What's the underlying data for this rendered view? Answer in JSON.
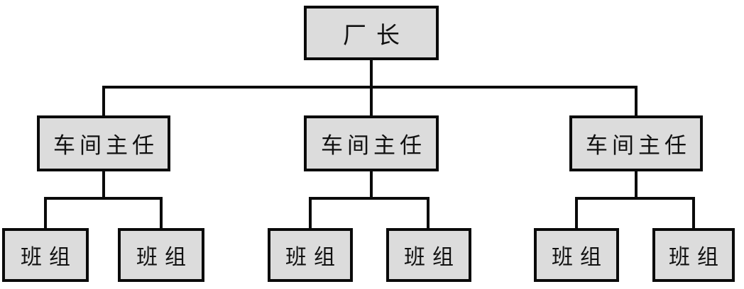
{
  "diagram": {
    "type": "org-chart",
    "colors": {
      "background": "#ffffff",
      "box_fill": "#dcdcdc",
      "box_border": "#0a0a0a",
      "line": "#0a0a0a",
      "text": "#111111"
    },
    "root": {
      "label": "厂长"
    },
    "managers": [
      {
        "label": "车间主任"
      },
      {
        "label": "车间主任"
      },
      {
        "label": "车间主任"
      }
    ],
    "teams": [
      {
        "label": "班组"
      },
      {
        "label": "班组"
      },
      {
        "label": "班组"
      },
      {
        "label": "班组"
      },
      {
        "label": "班组"
      },
      {
        "label": "班组"
      }
    ]
  }
}
